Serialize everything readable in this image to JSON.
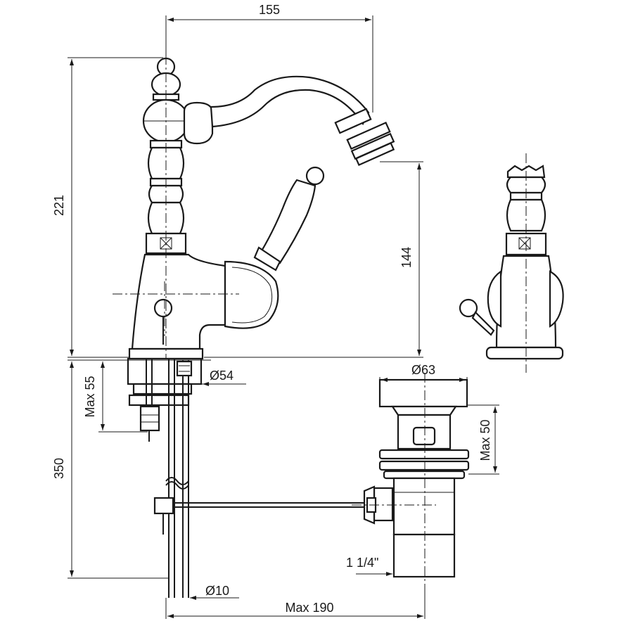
{
  "dimensions": {
    "width_top": "155",
    "height_total": "221",
    "height_spout": "144",
    "max_55": "Max 55",
    "height_350": "350",
    "dia_54": "Ø54",
    "dia_63": "Ø63",
    "max_50": "Max 50",
    "thread": "1 1/4\"",
    "dia_10": "Ø10",
    "max_190": "Max 190"
  }
}
